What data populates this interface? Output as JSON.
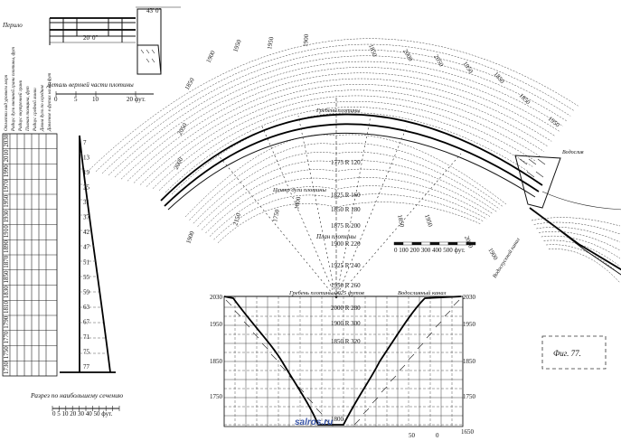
{
  "top_left": {
    "word_top": "Перило",
    "dim_top": "43' 0\"",
    "dim_mid": "20' 0\"",
    "caption": "Деталь верхней части плотины",
    "scale_numbers": [
      "0",
      "5",
      "10",
      "20 фут."
    ]
  },
  "left_section": {
    "caption": "Разрез по наибольшему сечению",
    "scale_label": "0  5  10    20    30    40    50 фут.",
    "column_headers": [
      "Отметки над уровнем моря",
      "Радиус дуги внешней грани плотины, фут",
      "Радиус внутренней грани",
      "Полная толщина, фут",
      "Радиус средней линии",
      "Длина дуги по середине",
      "Давление в футах на кв. фут"
    ],
    "elevations": [
      "2030",
      "2010",
      "1990",
      "1970",
      "1950",
      "1930",
      "1910",
      "1890",
      "1870",
      "1850",
      "1830",
      "1810",
      "1790",
      "1770",
      "1750",
      "1730"
    ],
    "thickness_values": [
      "7",
      "13",
      "19",
      "25",
      "31",
      "37",
      "42",
      "47",
      "51",
      "55",
      "59",
      "63",
      "67",
      "71",
      "75",
      "77"
    ]
  },
  "plan": {
    "crest_label": "Гребень плотины",
    "center_label": "Центр дуги плотины",
    "radii": [
      "1775 R 120",
      "1825 R 160",
      "1850 R 180",
      "1875 R 200",
      "1900 R 220",
      "1925 R 240",
      "1950 R 260"
    ],
    "plan_caption": "План плотины",
    "scale_label": "0  100  200  300  400  500 фут.",
    "spillway_label": "Водослив",
    "conduit_label": "Водоспускной канал",
    "contour_labels": [
      "1850",
      "1900",
      "1950",
      "1950",
      "1900",
      "1850",
      "2000",
      "2050",
      "1950",
      "1850",
      "1850",
      "1950",
      "2050",
      "2000",
      "1900",
      "2150",
      "1750",
      "1800",
      "1850",
      "1950",
      "2000",
      "1900"
    ]
  },
  "profile": {
    "crest_label": "Гребень плотины 2025 футов",
    "spillway_label": "Водосливный канал",
    "left_ticks": [
      "2030",
      "1950",
      "1850",
      "1750"
    ],
    "right_ticks": [
      "2030",
      "1950",
      "1850",
      "1750",
      "1650"
    ],
    "inner_labels": [
      "2000 R 280",
      "1900 R 300",
      "1850 R 320",
      "1800"
    ],
    "bottom_numbers": [
      "50",
      "0"
    ]
  },
  "figure_label": "Фиг. 77.",
  "watermark": "salros.ru"
}
